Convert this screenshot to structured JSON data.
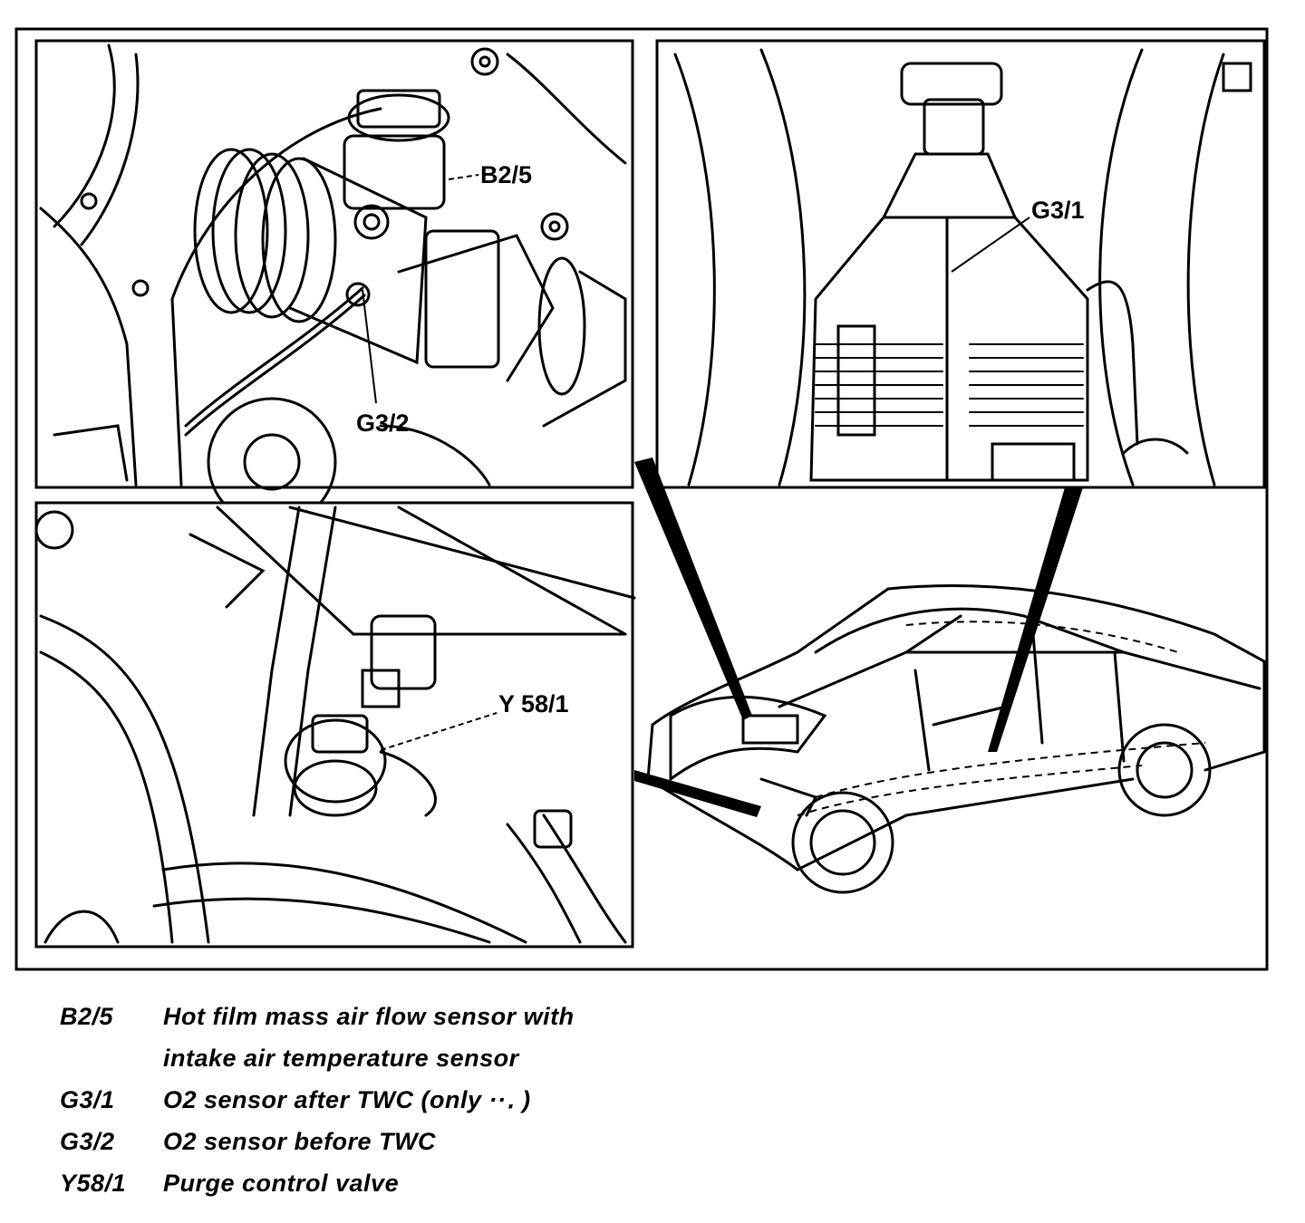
{
  "callouts": {
    "b25": "B2/5",
    "g31": "G3/1",
    "g32": "G3/2",
    "y581": "Y 58/1"
  },
  "legend": [
    {
      "code": "B2/5",
      "desc": [
        "Hot film mass air flow sensor with",
        "intake air temperature sensor"
      ]
    },
    {
      "code": "G3/1",
      "desc": [
        "O2 sensor after TWC (only ··․ )"
      ]
    },
    {
      "code": "G3/2",
      "desc": [
        "O2 sensor before TWC"
      ]
    },
    {
      "code": "Y58/1",
      "desc": [
        "Purge control valve"
      ]
    }
  ]
}
